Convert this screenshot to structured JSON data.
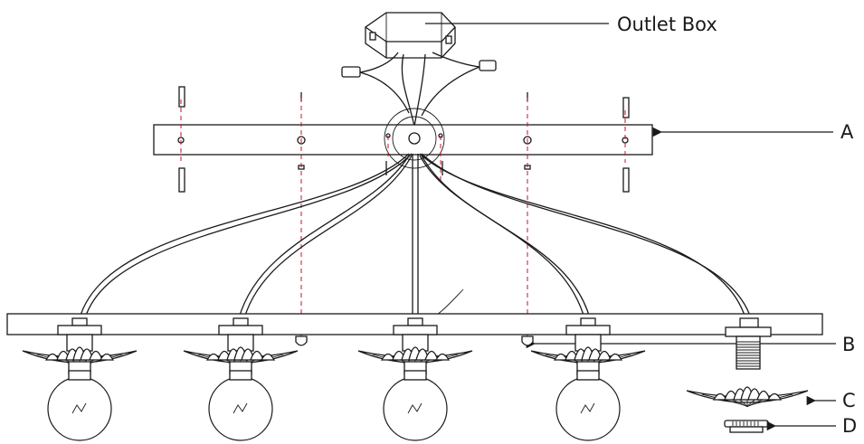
{
  "labels": {
    "outlet_box": "Outlet Box",
    "a": "A",
    "b": "B",
    "c": "C",
    "d": "D"
  },
  "colors": {
    "line": "#1a1a1a",
    "guide": "#c8102e",
    "background": "#ffffff"
  },
  "parts": [
    {
      "id": "outlet-box",
      "icon": "outlet-box-icon"
    },
    {
      "id": "mounting-bar",
      "icon": "mounting-bar-icon"
    },
    {
      "id": "fixture-body",
      "icon": "fixture-body-icon"
    },
    {
      "id": "lotus-shade",
      "icon": "lotus-shade-icon"
    },
    {
      "id": "socket-ring",
      "icon": "socket-ring-icon"
    },
    {
      "id": "light-bulb",
      "icon": "light-bulb-icon",
      "count": 4
    }
  ]
}
